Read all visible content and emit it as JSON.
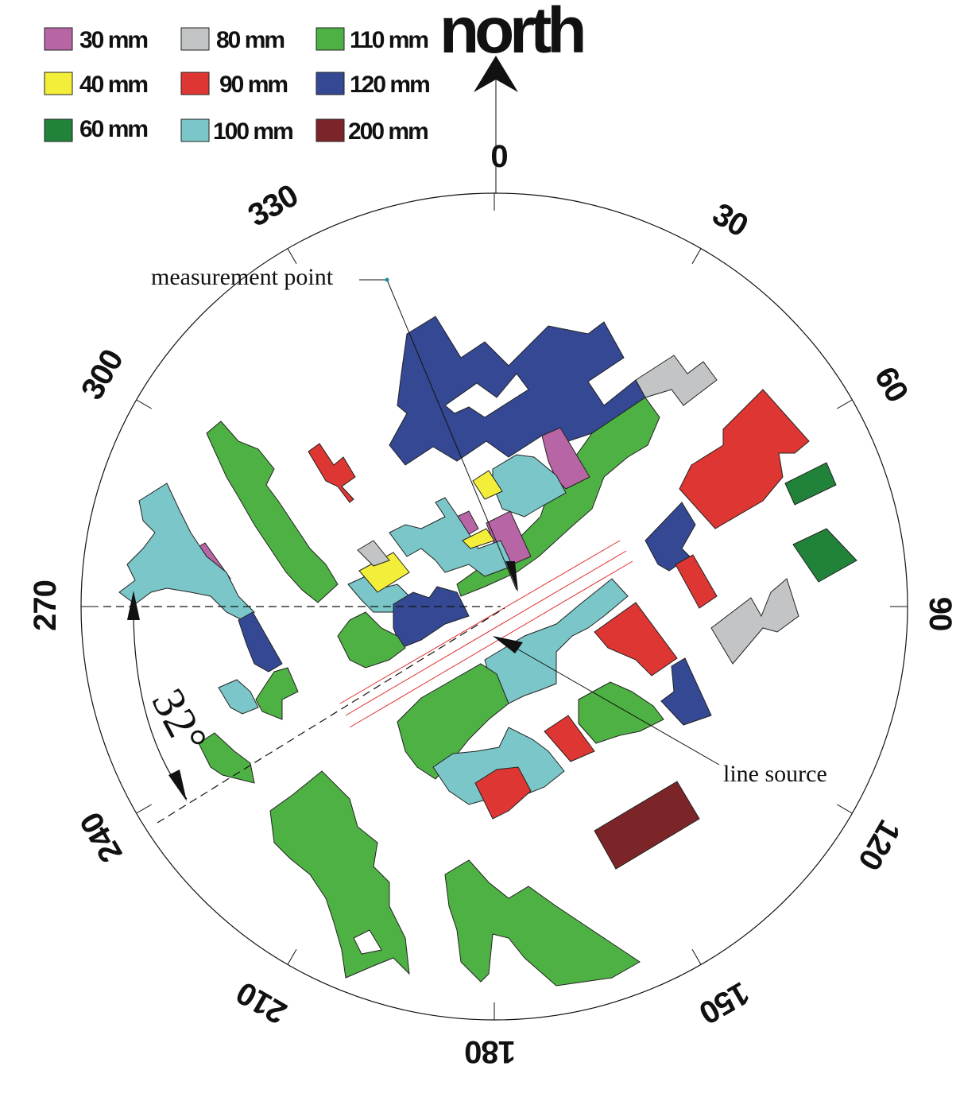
{
  "legend": {
    "items": [
      {
        "label": "30 mm",
        "color": "#b865a6"
      },
      {
        "label": "80 mm",
        "color": "#c3c4c6"
      },
      {
        "label": "110 mm",
        "color": "#4eb143"
      },
      {
        "label": "40 mm",
        "color": "#f3ee3a"
      },
      {
        "label": "90 mm",
        "color": "#de3632"
      },
      {
        "label": "120 mm",
        "color": "#344893"
      },
      {
        "label": "60 mm",
        "color": "#218239"
      },
      {
        "label": "100 mm",
        "color": "#7bc6c8"
      },
      {
        "label": "200 mm",
        "color": "#7c2529"
      }
    ]
  },
  "compass": {
    "north_label": "north",
    "degree_labels": [
      "0",
      "30",
      "60",
      "90",
      "120",
      "150",
      "180",
      "210",
      "240",
      "270",
      "300",
      "330"
    ]
  },
  "annotations": {
    "measurement_point": "measurement point",
    "line_source": "line source",
    "angle": "32°"
  }
}
